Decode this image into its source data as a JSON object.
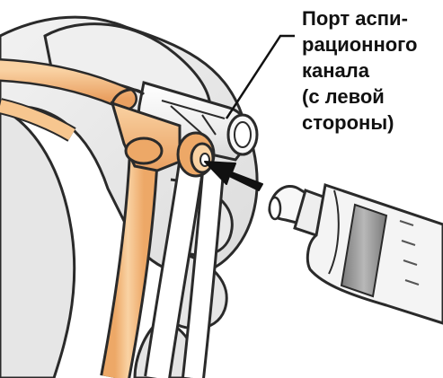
{
  "callout": {
    "lines": [
      "Порт аспи-",
      "рационного",
      "канала",
      "(с левой",
      "стороны)"
    ]
  },
  "colors": {
    "background": "#ffffff",
    "glove": "#e8e8e8",
    "glove_outline": "#2a2a2a",
    "tube_orange": "#f7c68f",
    "tube_orange_shade": "#eda867",
    "tube_white": "#ffffff",
    "connector": "#f2f2f2",
    "syringe_band": "#8a8a8a",
    "arrow": "#111111",
    "text": "#111111"
  },
  "icons": {
    "pointer": "arrow-icon",
    "syringe": "syringe-icon"
  }
}
